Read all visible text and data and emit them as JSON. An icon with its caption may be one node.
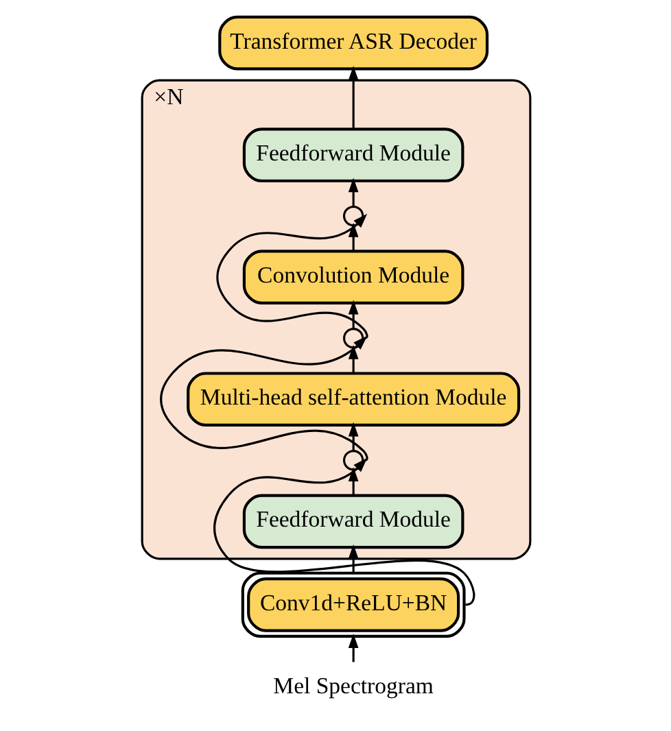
{
  "diagram": {
    "nodes": [
      {
        "text": [
          "Transformer ASR Decoder"
        ]
      },
      {
        "text": [],
        "shape": "box",
        "beside": [
          "×N"
        ]
      },
      {
        "text": [
          "Feedforward Module"
        ],
        "in": 1
      },
      {
        "text": [],
        "shape": "circle",
        "in": 1
      },
      {
        "text": [
          "Convolution Module"
        ],
        "in": 1
      },
      {
        "text": [],
        "shape": "circle",
        "in": 1
      },
      {
        "text": [
          "Multi-head self-attention Module"
        ],
        "in": 1
      },
      {
        "text": [],
        "shape": "circle",
        "in": 1
      },
      {
        "text": [
          "Feedforward Module"
        ],
        "in": 1
      },
      {
        "text": [
          "Conv1d+ReLU+BN"
        ]
      },
      {
        "text": [
          "Mel Spectrogram"
        ]
      }
    ],
    "edges": [
      {
        "from": 10,
        "to": 9,
        "arrow": "to"
      },
      {
        "from": 9,
        "to": 8,
        "arrow": "to"
      },
      {
        "from": 9,
        "to": 7,
        "arrow": "to"
      },
      {
        "from": 8,
        "to": 7,
        "arrow": "to"
      },
      {
        "from": 7,
        "to": 6,
        "arrow": "to"
      },
      {
        "from": 7,
        "to": 5,
        "arrow": "to"
      },
      {
        "from": 6,
        "to": 5,
        "arrow": "to"
      },
      {
        "from": 5,
        "to": 4,
        "arrow": "to"
      },
      {
        "from": 5,
        "to": 3,
        "arrow": "to"
      },
      {
        "from": 4,
        "to": 3,
        "arrow": "to"
      },
      {
        "from": 3,
        "to": 2,
        "arrow": "to"
      },
      {
        "from": 2,
        "to": 0,
        "arrow": "to"
      }
    ]
  }
}
